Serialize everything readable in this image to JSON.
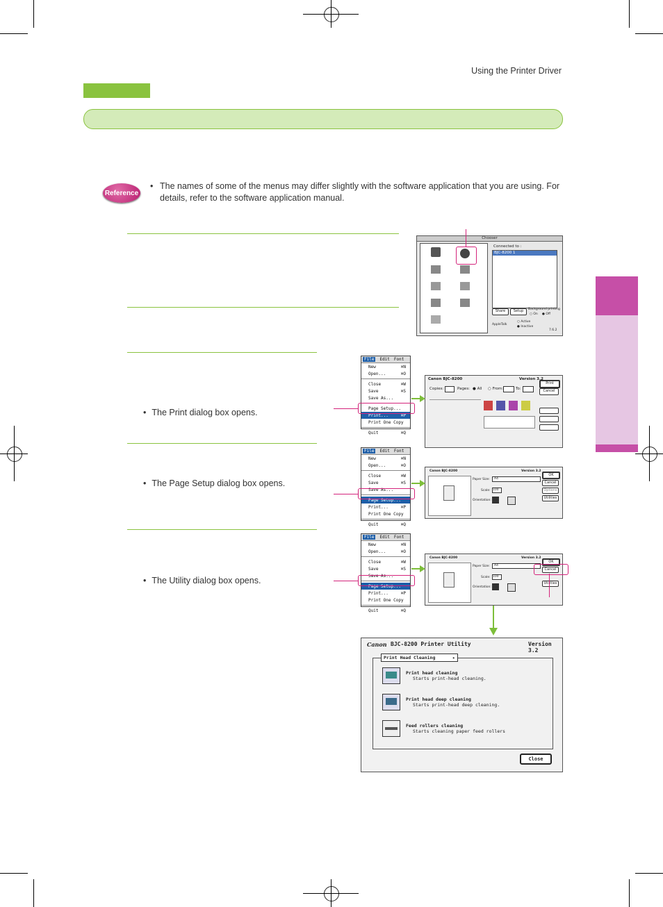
{
  "header": {
    "title": "Using the Printer Driver"
  },
  "reference": {
    "badge": "Reference",
    "bullet": "•",
    "text": "The names of some of the menus may differ slightly with the software application that you are using. For details, refer to the software application manual."
  },
  "steps": [
    {
      "bullet": "•",
      "text": "The Print dialog box opens."
    },
    {
      "bullet": "•",
      "text": "The Page Setup dialog box opens."
    },
    {
      "bullet": "•",
      "text": "The Utility dialog box opens."
    }
  ],
  "chooser": {
    "title": "Chooser",
    "connected_label": "Connected to :",
    "connected_value": "BJC-8200 1",
    "background_label": "Background printing",
    "on": "On",
    "off": "Off",
    "appletalk_label": "AppleTalk",
    "active": "Active",
    "inactive": "Inactive",
    "version": "7.6.2",
    "buttons": [
      "Share",
      "Setup"
    ]
  },
  "file_menu": {
    "menubar": [
      "File",
      "Edit",
      "Font"
    ],
    "items": [
      {
        "label": "New",
        "shortcut": "⌘N"
      },
      {
        "label": "Open...",
        "shortcut": "⌘O"
      },
      {
        "label": "Close",
        "shortcut": "⌘W"
      },
      {
        "label": "Save",
        "shortcut": "⌘S"
      },
      {
        "label": "Save As...",
        "shortcut": ""
      },
      {
        "label": "Page Setup...",
        "shortcut": ""
      },
      {
        "label": "Print...",
        "shortcut": "⌘P"
      },
      {
        "label": "Print One Copy",
        "shortcut": ""
      },
      {
        "label": "Quit",
        "shortcut": "⌘Q"
      }
    ]
  },
  "print_dialog": {
    "title": "Canon BJC-8200",
    "version": "Version 3.2",
    "copies": "Copies:",
    "pages": "Pages:",
    "all": "All",
    "from": "From:",
    "to": "To:",
    "buttons": [
      "Print",
      "Cancel"
    ]
  },
  "page_setup_dialog": {
    "title": "Canon BJC-8200",
    "version": "Version 3.2",
    "paper_size": "Paper Size:",
    "paper_value": "A4",
    "scale": "Scale:",
    "scale_value": "100",
    "orientation": "Orientation:",
    "buttons": [
      "OK",
      "Cancel",
      "Options",
      "Utilities"
    ]
  },
  "utility_dialog": {
    "brand": "Canon",
    "title": "BJC-8200 Printer Utility",
    "version": "Version 3.2",
    "dropdown": "Print Head Cleaning",
    "items": [
      {
        "name": "Print head cleaning",
        "desc": "Starts print-head cleaning."
      },
      {
        "name": "Print head deep cleaning",
        "desc": "Starts print-head deep cleaning."
      },
      {
        "name": "Feed rollers cleaning",
        "desc": "Starts cleaning paper feed rollers"
      }
    ],
    "close": "Close"
  }
}
